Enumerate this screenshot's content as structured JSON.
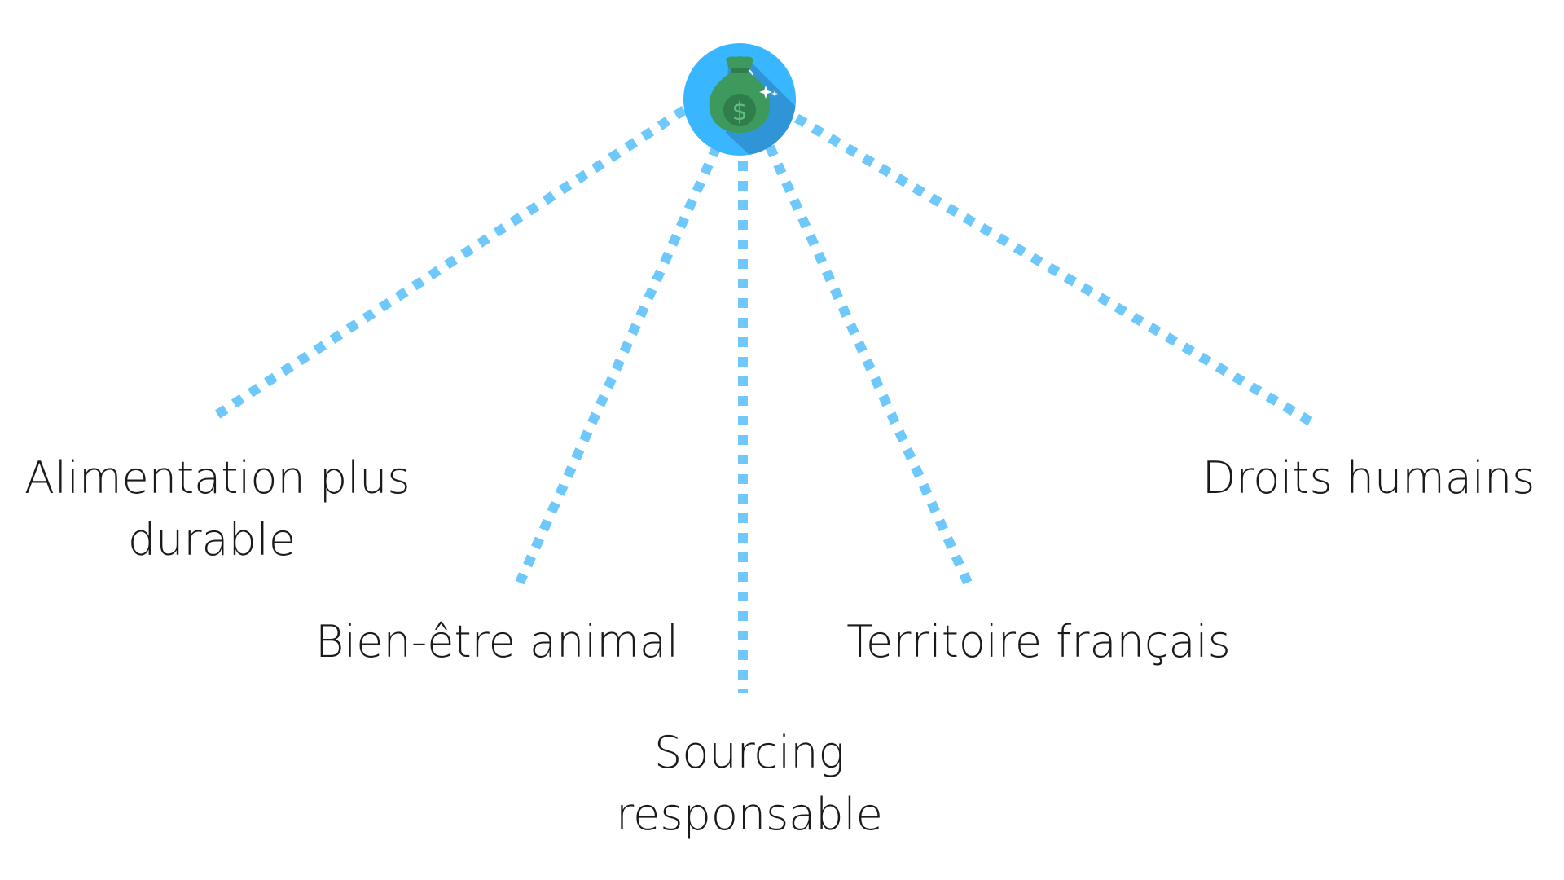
{
  "diagram": {
    "hub": {
      "icon": "money-bag-icon",
      "circle_color": "#38b6ff",
      "bag_color": "#3d9a5c",
      "connector_color": "#6ec8fb"
    },
    "nodes": [
      {
        "id": "alimentation",
        "lines": [
          "Alimentation plus",
          "durable"
        ]
      },
      {
        "id": "bien-etre",
        "lines": [
          "Bien-être animal"
        ]
      },
      {
        "id": "sourcing",
        "lines": [
          "Sourcing",
          "responsable"
        ]
      },
      {
        "id": "territoire",
        "lines": [
          "Territoire français"
        ]
      },
      {
        "id": "droits",
        "lines": [
          "Droits humains"
        ]
      }
    ]
  }
}
